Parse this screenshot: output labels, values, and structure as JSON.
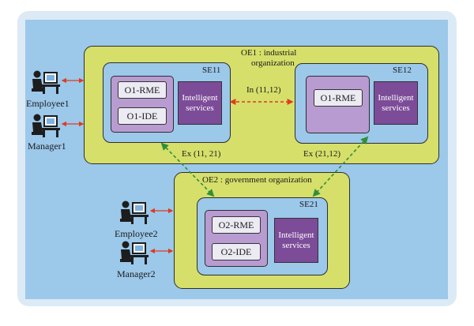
{
  "oe1": {
    "title_line1": "OE1 : industrial",
    "title_line2": "organization",
    "se11": {
      "name": "SE11",
      "modules": [
        "O1-RME",
        "O1-IDE"
      ],
      "service_line1": "Intelligent",
      "service_line2": "services"
    },
    "se12": {
      "name": "SE12",
      "modules": [
        "O1-RME"
      ],
      "service_line1": "Intelligent",
      "service_line2": "services"
    }
  },
  "oe2": {
    "title": "OE2 : government organization",
    "se21": {
      "name": "SE21",
      "modules": [
        "O2-RME",
        "O2-IDE"
      ],
      "service_line1": "Intelligent",
      "service_line2": "services"
    }
  },
  "links": {
    "internal": "In (11,12)",
    "external_left": "Ex (11, 21)",
    "external_right": "Ex (21,12)"
  },
  "actors": [
    "Employee1",
    "Manager1",
    "Employee2",
    "Manager2"
  ],
  "colors": {
    "canvas": "#9cc8ea",
    "organization": "#d5df6a",
    "inner_panel": "#b89bd1",
    "service": "#7c4c99",
    "internal_link": "#e03a1e",
    "external_link": "#2f8f3a",
    "actor_link": "#e03a1e"
  },
  "icons": [
    "workstation-user-icon"
  ]
}
